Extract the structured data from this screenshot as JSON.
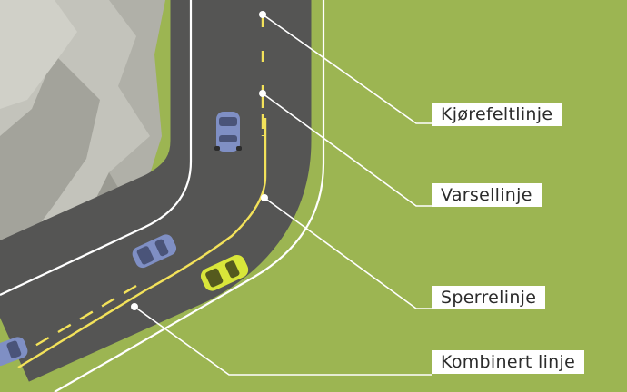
{
  "labels": {
    "lane_line": "Kjørefeltlinje",
    "warning_line": "Varsellinje",
    "barrier_line": "Sperrelinje",
    "combined_line": "Kombinert linje"
  },
  "colors": {
    "grass": "#9cb552",
    "rock": "#b4b4ac",
    "road": "#555554",
    "edge_marking": "#ffffff",
    "centre_marking": "#f3e25a",
    "car_blue": "#7f8fc4",
    "car_yellow": "#d9e63a",
    "leader_line": "#ffffff",
    "label_bg": "#ffffff"
  },
  "icons": [
    "car-icon"
  ]
}
